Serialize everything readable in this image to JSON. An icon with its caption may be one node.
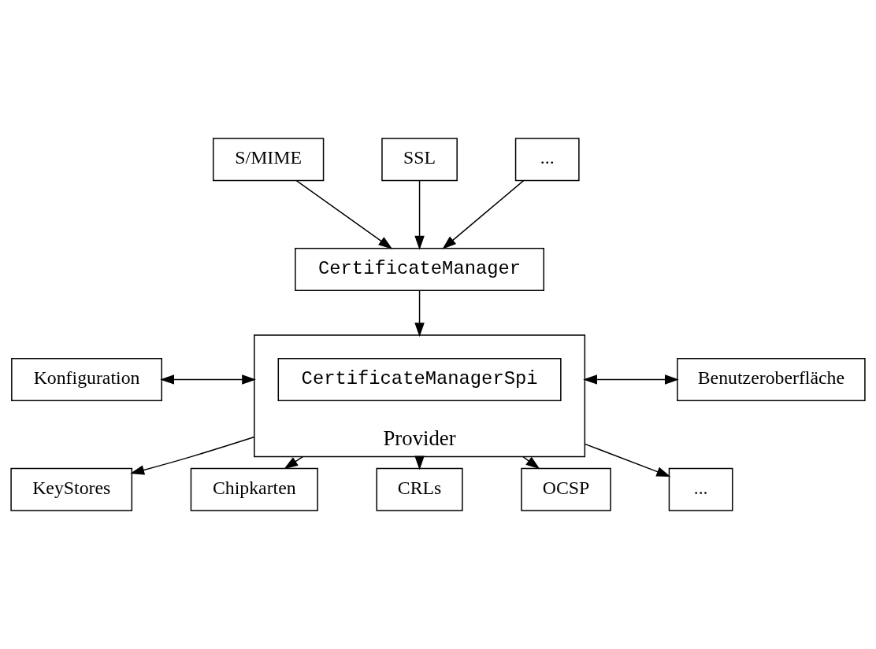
{
  "diagram": {
    "nodes": [
      {
        "text": [
          "S/MIME"
        ]
      },
      {
        "text": [
          "SSL"
        ]
      },
      {
        "text": [
          "..."
        ]
      },
      {
        "text": [
          "CertificateManager"
        ]
      },
      {
        "text": [
          "Provider"
        ]
      },
      {
        "text": [
          "CertificateManagerSpi"
        ],
        "in": 4
      },
      {
        "text": [
          "Konfiguration"
        ]
      },
      {
        "text": [
          "Benutzeroberfläche"
        ]
      },
      {
        "text": [
          "KeyStores"
        ]
      },
      {
        "text": [
          "Chipkarten"
        ]
      },
      {
        "text": [
          "CRLs"
        ]
      },
      {
        "text": [
          "OCSP"
        ]
      },
      {
        "text": [
          "..."
        ]
      }
    ],
    "edges": [
      {
        "from": 0,
        "to": 3,
        "arrow": "to"
      },
      {
        "from": 1,
        "to": 3,
        "arrow": "to"
      },
      {
        "from": 2,
        "to": 3,
        "arrow": "to"
      },
      {
        "from": 3,
        "to": 4,
        "arrow": "to"
      },
      {
        "from": 6,
        "to": 4,
        "arrow": "both"
      },
      {
        "from": 4,
        "to": 7,
        "arrow": "both"
      },
      {
        "from": 4,
        "to": 8,
        "arrow": "to"
      },
      {
        "from": 4,
        "to": 9,
        "arrow": "to"
      },
      {
        "from": 4,
        "to": 10,
        "arrow": "to"
      },
      {
        "from": 4,
        "to": 11,
        "arrow": "to"
      },
      {
        "from": 4,
        "to": 12,
        "arrow": "to"
      }
    ]
  }
}
